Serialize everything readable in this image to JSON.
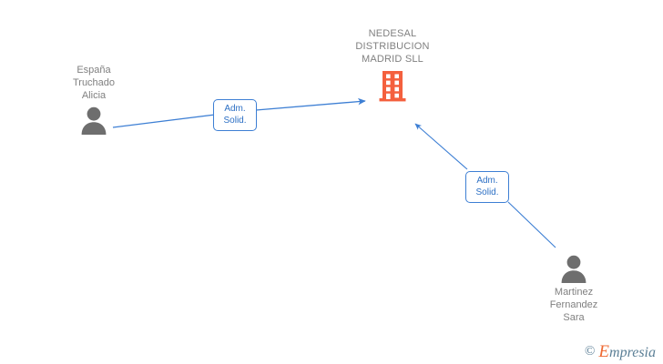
{
  "diagram": {
    "type": "corporate-relationship-graph",
    "background_color": "#ffffff",
    "company": {
      "name": "NEDESAL\nDISTRIBUCION\nMADRID SLL",
      "icon": "building-icon",
      "icon_color": "#f4603e",
      "text_color": "#808080"
    },
    "people": [
      {
        "id": "person-left",
        "name": "España\nTruchado\nAlicia",
        "icon": "person-icon",
        "icon_color": "#6e6e6e",
        "text_color": "#808080"
      },
      {
        "id": "person-right",
        "name": "Martinez\nFernandez\nSara",
        "icon": "person-icon",
        "icon_color": "#6e6e6e",
        "text_color": "#808080"
      }
    ],
    "relations": [
      {
        "id": "relation-1",
        "label": "Adm.\nSolid.",
        "from": "person-left",
        "to": "company",
        "line_color": "#3d7fd4",
        "label_text_color": "#2c6fc4",
        "label_border_color": "#3d7fd4"
      },
      {
        "id": "relation-2",
        "label": "Adm.\nSolid.",
        "from": "person-right",
        "to": "company",
        "line_color": "#3d7fd4",
        "label_text_color": "#2c6fc4",
        "label_border_color": "#3d7fd4"
      }
    ],
    "watermark": {
      "copyright_symbol": "©",
      "brand_initial": "E",
      "brand_rest": "mpresia",
      "initial_color": "#ef6a33",
      "rest_color": "#5b7f96"
    }
  }
}
